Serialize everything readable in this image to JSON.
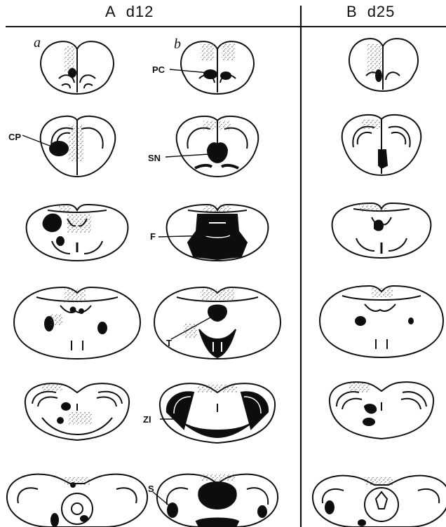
{
  "columns": {
    "a": {
      "letter": "A",
      "day": "d12"
    },
    "b": {
      "letter": "B",
      "day": "d25"
    }
  },
  "subcolumns": {
    "a": "a",
    "b": "b"
  },
  "structure_labels": {
    "pc": "PC",
    "cp": "CP",
    "sn": "SN",
    "f": "F",
    "t": "T",
    "zi": "ZI",
    "s": "S"
  },
  "colors": {
    "ink": "#111111",
    "lesion": "#0d0d0d",
    "stipple": "#444444"
  }
}
